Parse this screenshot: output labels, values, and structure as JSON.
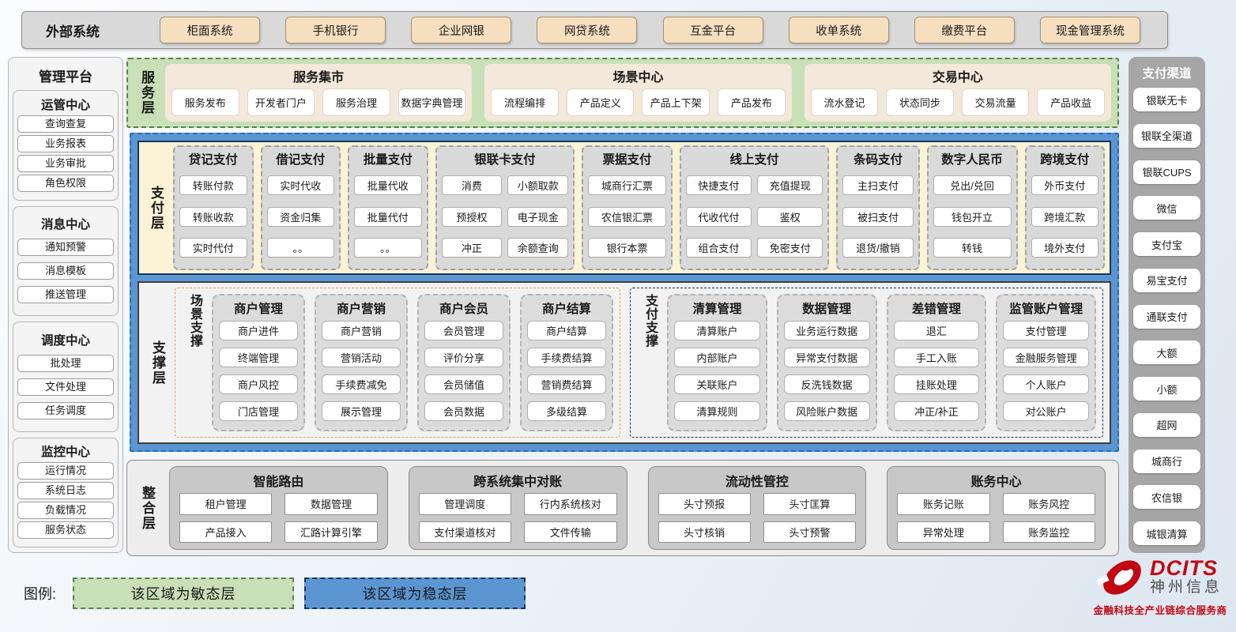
{
  "external": {
    "label": "外部系统",
    "systems": [
      "柜面系统",
      "手机银行",
      "企业网银",
      "网贷系统",
      "互金平台",
      "收单系统",
      "缴费平台",
      "现金管理系统"
    ]
  },
  "management": {
    "title": "管理平台",
    "groups": [
      {
        "title": "运管中心",
        "items": [
          "查询查复",
          "业务报表",
          "业务审批",
          "角色权限"
        ]
      },
      {
        "title": "消息中心",
        "items": [
          "通知预警",
          "消息模板",
          "推送管理"
        ]
      },
      {
        "title": "调度中心",
        "items": [
          "批处理",
          "文件处理",
          "任务调度"
        ]
      },
      {
        "title": "监控中心",
        "items": [
          "运行情况",
          "系统日志",
          "负载情况",
          "服务状态"
        ]
      }
    ]
  },
  "service_layer": {
    "label": "服务层",
    "groups": [
      {
        "title": "服务集市",
        "items": [
          "服务发布",
          "开发者门户",
          "服务治理",
          "数据字典管理"
        ]
      },
      {
        "title": "场景中心",
        "items": [
          "流程编排",
          "产品定义",
          "产品上下架",
          "产品发布"
        ]
      },
      {
        "title": "交易中心",
        "items": [
          "流水登记",
          "状态同步",
          "交易流量",
          "产品收益"
        ]
      }
    ]
  },
  "payment_layer": {
    "label": "支付层",
    "groups": [
      {
        "title": "贷记支付",
        "cols": [
          [
            "转账付款",
            "转账收款",
            "实时代付"
          ]
        ]
      },
      {
        "title": "借记支付",
        "cols": [
          [
            "实时代收",
            "资金归集",
            "。。"
          ]
        ]
      },
      {
        "title": "批量支付",
        "cols": [
          [
            "批量代收",
            "批量代付",
            "。。"
          ]
        ]
      },
      {
        "title": "银联卡支付",
        "cols": [
          [
            "消费",
            "预授权",
            "冲正"
          ],
          [
            "小额取款",
            "电子现金",
            "余额查询"
          ]
        ]
      },
      {
        "title": "票据支付",
        "cols": [
          [
            "城商行汇票",
            "农信银汇票",
            "银行本票"
          ]
        ]
      },
      {
        "title": "线上支付",
        "cols": [
          [
            "快捷支付",
            "代收代付",
            "组合支付"
          ],
          [
            "充值提现",
            "鉴权",
            "免密支付"
          ]
        ]
      },
      {
        "title": "条码支付",
        "cols": [
          [
            "主扫支付",
            "被扫支付",
            "退货/撤销"
          ]
        ]
      },
      {
        "title": "数字人民币",
        "cols": [
          [
            "兑出/兑回",
            "钱包开立",
            "转钱"
          ]
        ]
      },
      {
        "title": "跨境支付",
        "cols": [
          [
            "外币支付",
            "跨境汇款",
            "境外支付"
          ]
        ]
      }
    ]
  },
  "support_layer": {
    "label": "支撑层",
    "sections": [
      {
        "label": "场景支撑",
        "style": "orange",
        "groups": [
          {
            "title": "商户管理",
            "items": [
              "商户进件",
              "终端管理",
              "商户风控",
              "门店管理"
            ]
          },
          {
            "title": "商户营销",
            "items": [
              "商户营销",
              "营销活动",
              "手续费减免",
              "展示管理"
            ]
          },
          {
            "title": "商户会员",
            "items": [
              "会员管理",
              "评价分享",
              "会员储值",
              "会员数据"
            ]
          },
          {
            "title": "商户结算",
            "items": [
              "商户结算",
              "手续费结算",
              "营销费结算",
              "多级结算"
            ]
          }
        ]
      },
      {
        "label": "支付支撑",
        "style": "navy",
        "groups": [
          {
            "title": "清算管理",
            "items": [
              "清算账户",
              "内部账户",
              "关联账户",
              "清算规则"
            ]
          },
          {
            "title": "数据管理",
            "items": [
              "业务运行数据",
              "异常支付数据",
              "反洗钱数据",
              "风险账户数据"
            ]
          },
          {
            "title": "差错管理",
            "items": [
              "退汇",
              "手工入账",
              "挂账处理",
              "冲正/补正"
            ]
          },
          {
            "title": "监管账户管理",
            "items": [
              "支付管理",
              "金融服务管理",
              "个人账户",
              "对公账户"
            ]
          }
        ]
      }
    ]
  },
  "integration_layer": {
    "label": "整合层",
    "groups": [
      {
        "title": "智能路由",
        "items": [
          "租户管理",
          "数据管理",
          "产品接入",
          "汇路计算引擎"
        ]
      },
      {
        "title": "跨系统集中对账",
        "items": [
          "管理调度",
          "行内系统核对",
          "支付渠道核对",
          "文件传输"
        ]
      },
      {
        "title": "流动性管控",
        "items": [
          "头寸预报",
          "头寸匡算",
          "头寸核销",
          "头寸预警"
        ]
      },
      {
        "title": "账务中心",
        "items": [
          "账务记账",
          "账务风控",
          "异常处理",
          "账务监控"
        ]
      }
    ]
  },
  "channels": {
    "title": "支付渠道",
    "items": [
      "银联无卡",
      "银联全渠道",
      "银联CUPS",
      "微信",
      "支付宝",
      "易宝支付",
      "通联支付",
      "大额",
      "小额",
      "超网",
      "城商行",
      "农信银",
      "城银清算"
    ]
  },
  "legend": {
    "label": "图例:",
    "items": [
      {
        "text": "该区域为敏态层",
        "type": "green"
      },
      {
        "text": "该区域为稳态层",
        "type": "blue"
      }
    ]
  },
  "logo": {
    "brand": "DCITS",
    "company": "神州信息",
    "tagline": "金融科技全产业链综合服务商"
  },
  "colors": {
    "agile_layer_green": "#c9dfb7",
    "stable_layer_blue": "#5b96d2",
    "payment_layer_cream": "#fcf2d5",
    "external_box_tan": "#f5dfbf",
    "panel_gray": "#d9d9d9",
    "brand_red": "#c20712"
  }
}
